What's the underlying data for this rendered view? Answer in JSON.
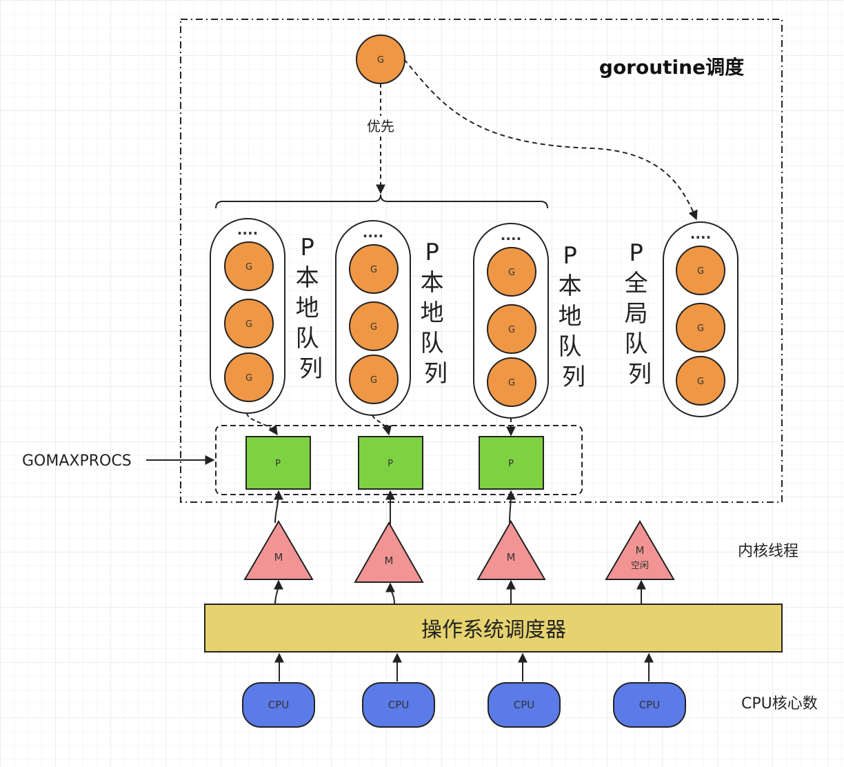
{
  "title": "goroutine调度",
  "priority_label": "优先",
  "node_labels": {
    "goroutine": "G",
    "processor": "P",
    "thread": "M",
    "cpu": "CPU"
  },
  "ellipsis": "....",
  "local_queue_label": "P本地队列",
  "global_queue_label": "P全局队列",
  "gomaxprocs_label": "GOMAXPROCS",
  "idle_thread_label": "空闲",
  "kernel_thread_label": "内核线程",
  "os_scheduler_label": "操作系统调度器",
  "cpu_cores_label": "CPU核心数",
  "colors": {
    "goroutine": "#ef9745",
    "processor": "#7ed242",
    "thread": "#f29494",
    "cpu": "#5b7be8",
    "os_scheduler": "#e6d36f",
    "stroke": "#222222"
  }
}
